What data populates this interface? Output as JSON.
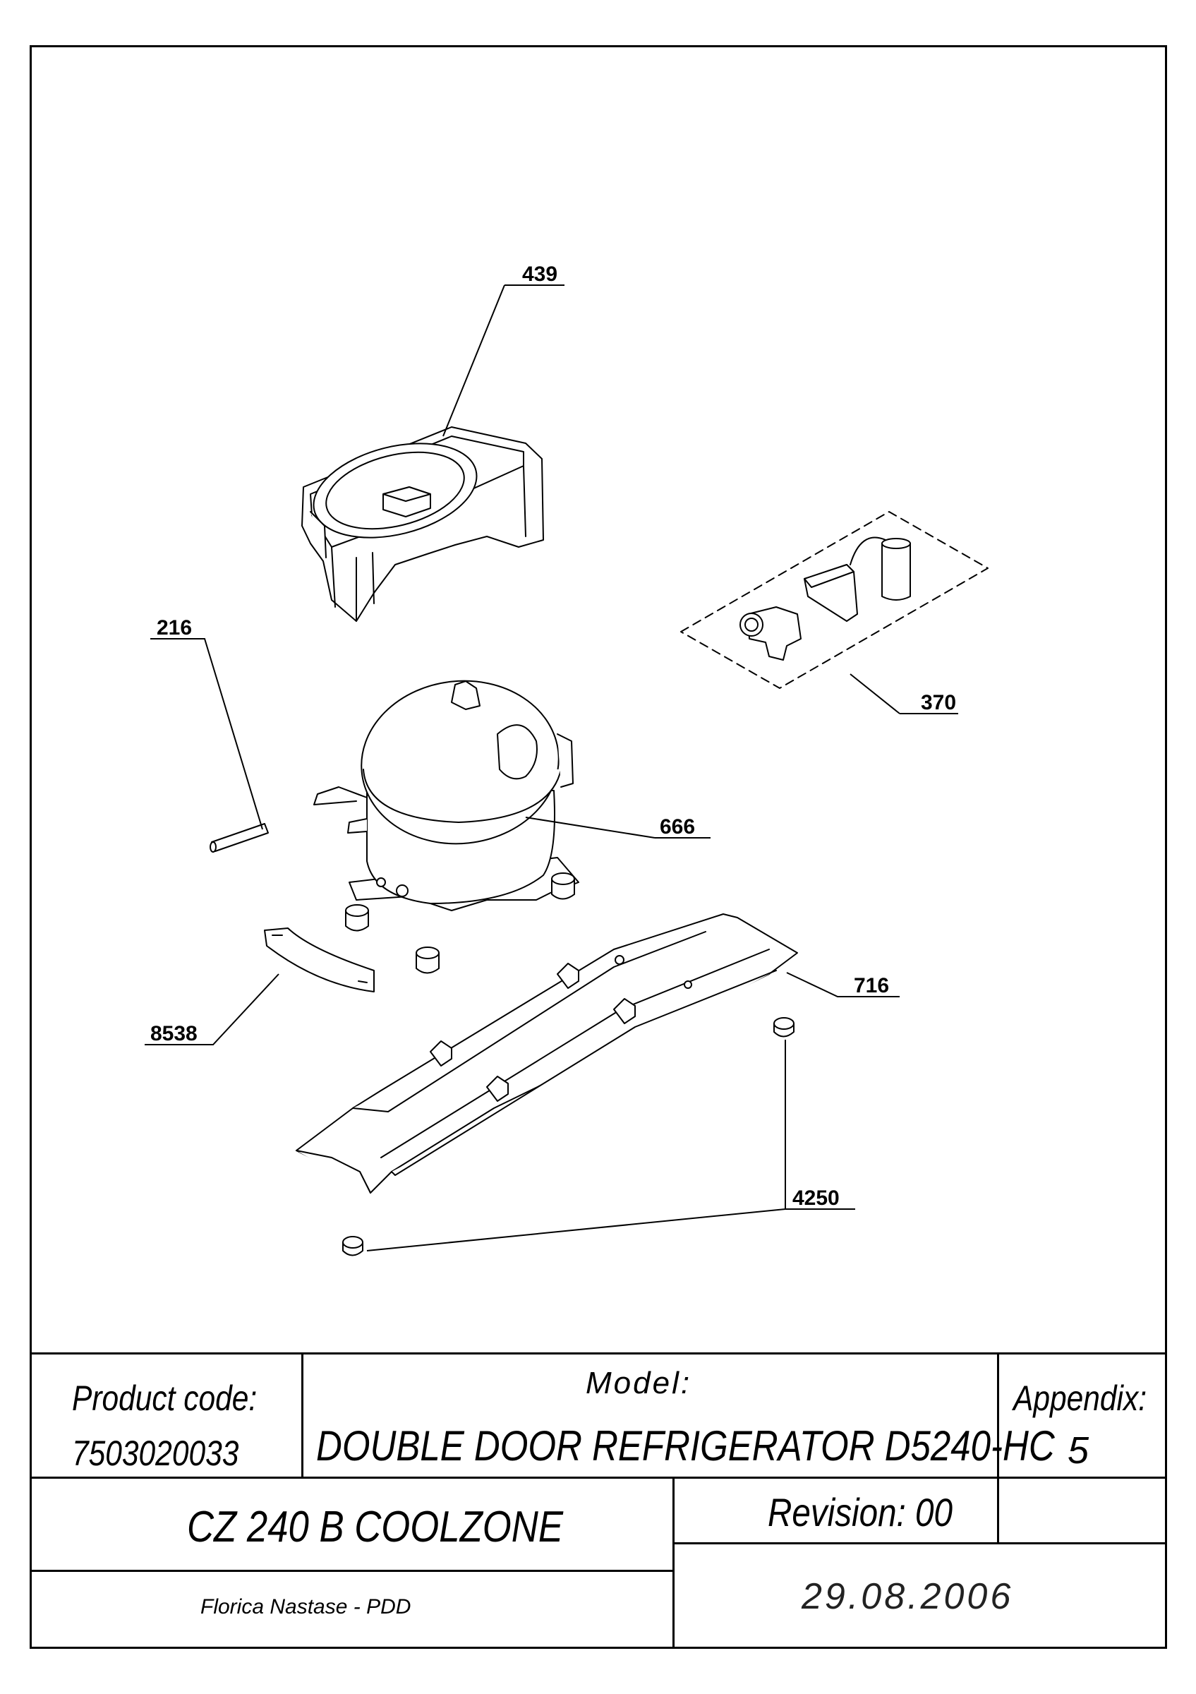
{
  "callouts": {
    "p439": "439",
    "p370": "370",
    "p216": "216",
    "p666": "666",
    "p716": "716",
    "p8538": "8538",
    "p4250": "4250"
  },
  "title_block": {
    "product_code_label": "Product code:",
    "product_code": "7503020033",
    "model_label": "Model:",
    "model_name": "DOUBLE DOOR REFRIGERATOR D5240-HC",
    "appendix_label": "Appendix:",
    "appendix_number": "5",
    "product_name": "CZ 240 B COOLZONE",
    "revision": "Revision: 00",
    "author": "Florica Nastase - PDD",
    "date": "29.08.2006"
  }
}
